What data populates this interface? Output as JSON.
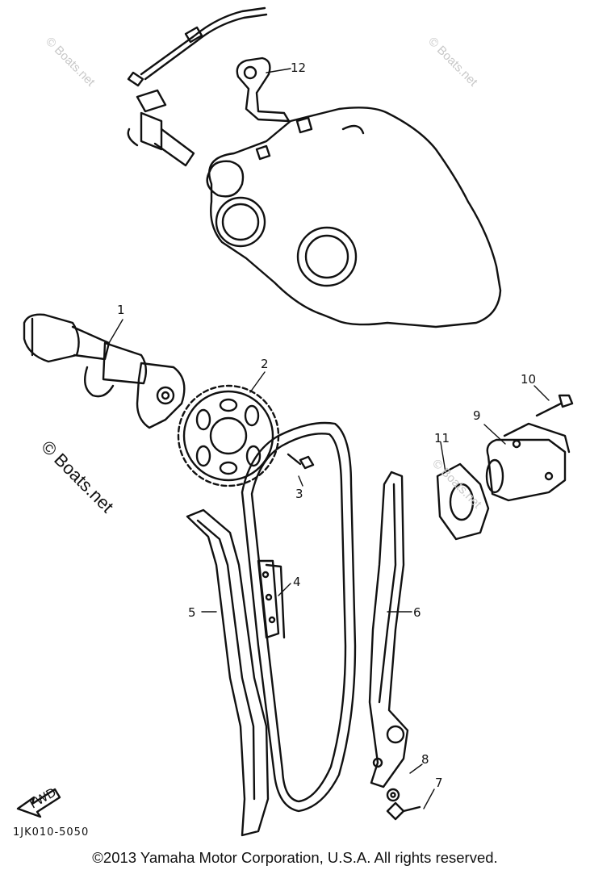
{
  "callouts": [
    "1",
    "2",
    "3",
    "4",
    "5",
    "6",
    "7",
    "8",
    "9",
    "10",
    "11",
    "12"
  ],
  "watermark": "© Boats.net",
  "diagram_code": "1JK010-5050",
  "fwd_label": "FWD",
  "copyright": "©2013 Yamaha Motor Corporation, U.S.A. All rights reserved."
}
